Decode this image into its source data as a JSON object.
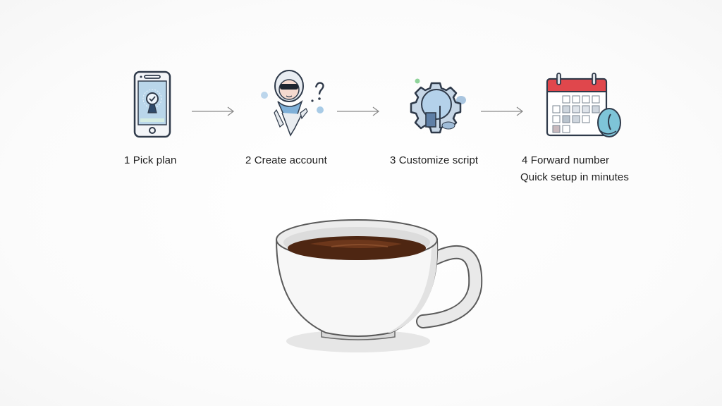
{
  "steps": [
    {
      "number": "1",
      "label": "1 Pick plan",
      "icon": "smartphone-icon"
    },
    {
      "number": "2",
      "label": "2 Create account",
      "icon": "user-avatar-icon"
    },
    {
      "number": "3",
      "label": "3 Customize script",
      "icon": "gear-icon"
    },
    {
      "number": "4",
      "label": "4 Forward number",
      "icon": "calendar-icon"
    }
  ],
  "subtitle": "Quick setup in minutes",
  "illustration": "coffee-cup-icon",
  "colors": {
    "outline": "#2f3a4a",
    "blue_fill": "#a9c9e3",
    "calendar_red": "#e0474c",
    "coffee": "#5a2e16",
    "arrow": "#8a8a8a"
  }
}
